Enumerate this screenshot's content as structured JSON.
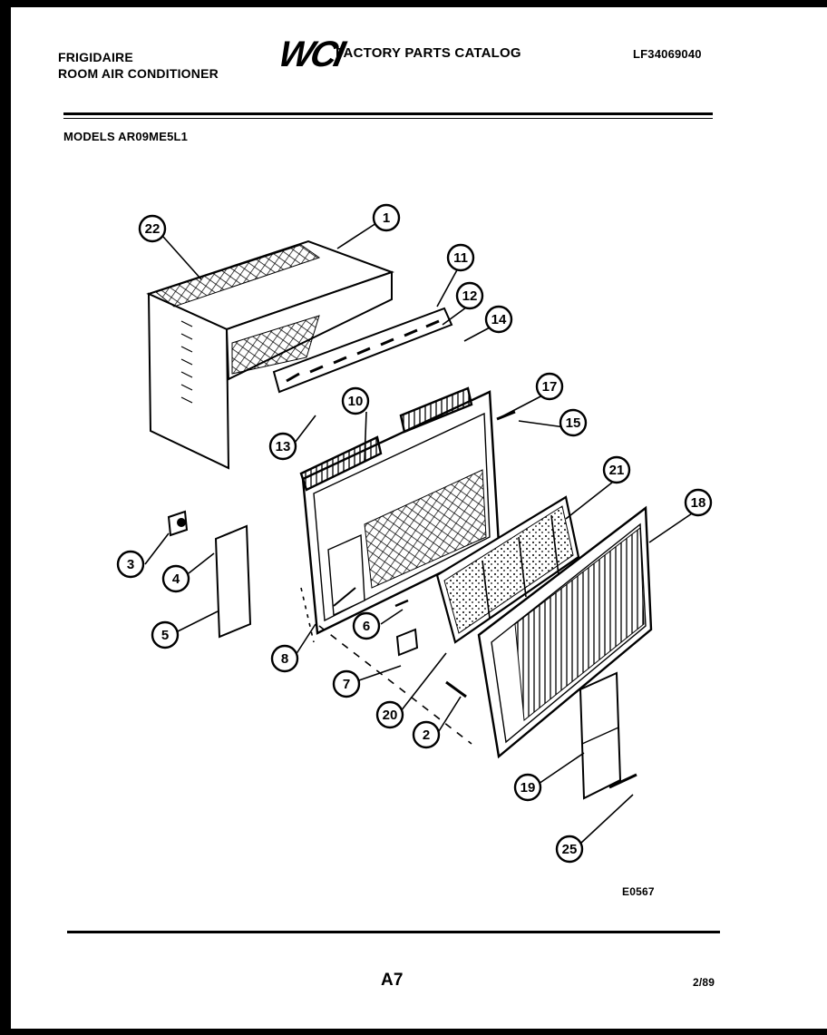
{
  "header": {
    "brand_line1": "FRIGIDAIRE",
    "brand_line2": "ROOM AIR CONDITIONER",
    "logo_text": "WCI",
    "catalog_title": "FACTORY PARTS CATALOG",
    "part_number": "LF34069040"
  },
  "models": "MODELS AR09ME5L1",
  "callouts": [
    "22",
    "1",
    "11",
    "12",
    "14",
    "17",
    "10",
    "15",
    "13",
    "21",
    "18",
    "3",
    "4",
    "5",
    "6",
    "8",
    "7",
    "20",
    "2",
    "19",
    "25"
  ],
  "footer": {
    "diagram_code": "E0567",
    "page": "A7",
    "date": "2/89"
  }
}
